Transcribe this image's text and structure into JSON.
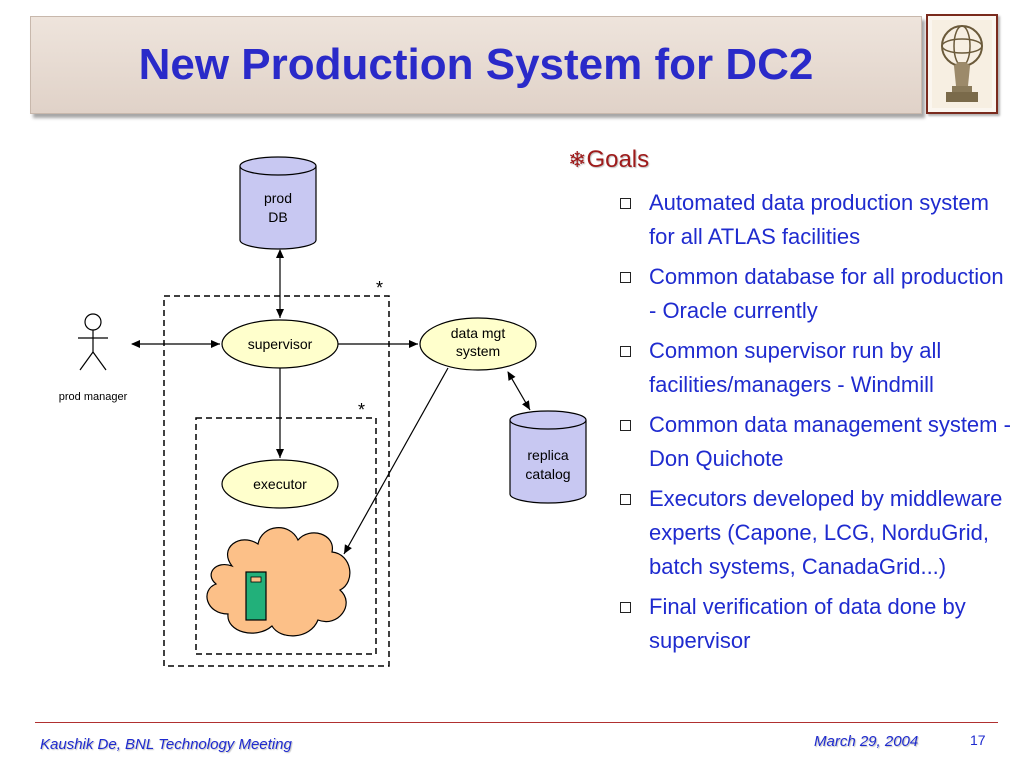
{
  "slide": {
    "title": "New Production System for DC2"
  },
  "diagram": {
    "prod_db_line1": "prod",
    "prod_db_line2": "DB",
    "supervisor": "supervisor",
    "data_mgt_line1": "data mgt",
    "data_mgt_line2": "system",
    "replica_line1": "replica",
    "replica_line2": "catalog",
    "executor": "executor",
    "prod_manager": "prod manager",
    "outer_marker": "*",
    "inner_marker": "*"
  },
  "goals": {
    "star": "❄",
    "heading": "Goals",
    "items": [
      "Automated data production system for all ATLAS facilities",
      "Common database for all production - Oracle currently",
      "Common supervisor run by all facilities/managers - Windmill",
      "Common data management system - Don Quichote",
      "Executors developed by middleware experts (Capone, LCG, NorduGrid, batch systems, CanadaGrid...)",
      "Final verification of data done by supervisor"
    ]
  },
  "footer": {
    "left": "Kaushik De, BNL Technology Meeting",
    "date": "March 29, 2004",
    "page": "17"
  },
  "colors": {
    "title": "#2a2ac9",
    "goals_heading": "#9e1a1a",
    "bullet_text": "#1f2bcf",
    "database_fill": "#c8c8f2",
    "node_fill": "#ffffcc",
    "cloud_fill": "#fcc088",
    "server_fill": "#22b07a"
  }
}
